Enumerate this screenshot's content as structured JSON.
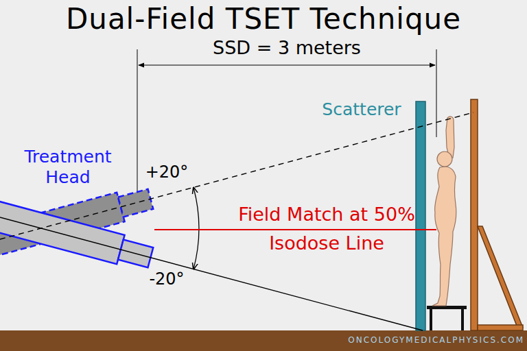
{
  "diagram": {
    "title": "Dual-Field TSET Technique",
    "labels": [
      "SSD = 3 meters",
      "Treatment Head",
      "+20°",
      "-20°",
      "Scatterer",
      "Field Match at 50% Isodose Line",
      "ONCOLOGYMEDICALPHYSICS.COM"
    ]
  }
}
